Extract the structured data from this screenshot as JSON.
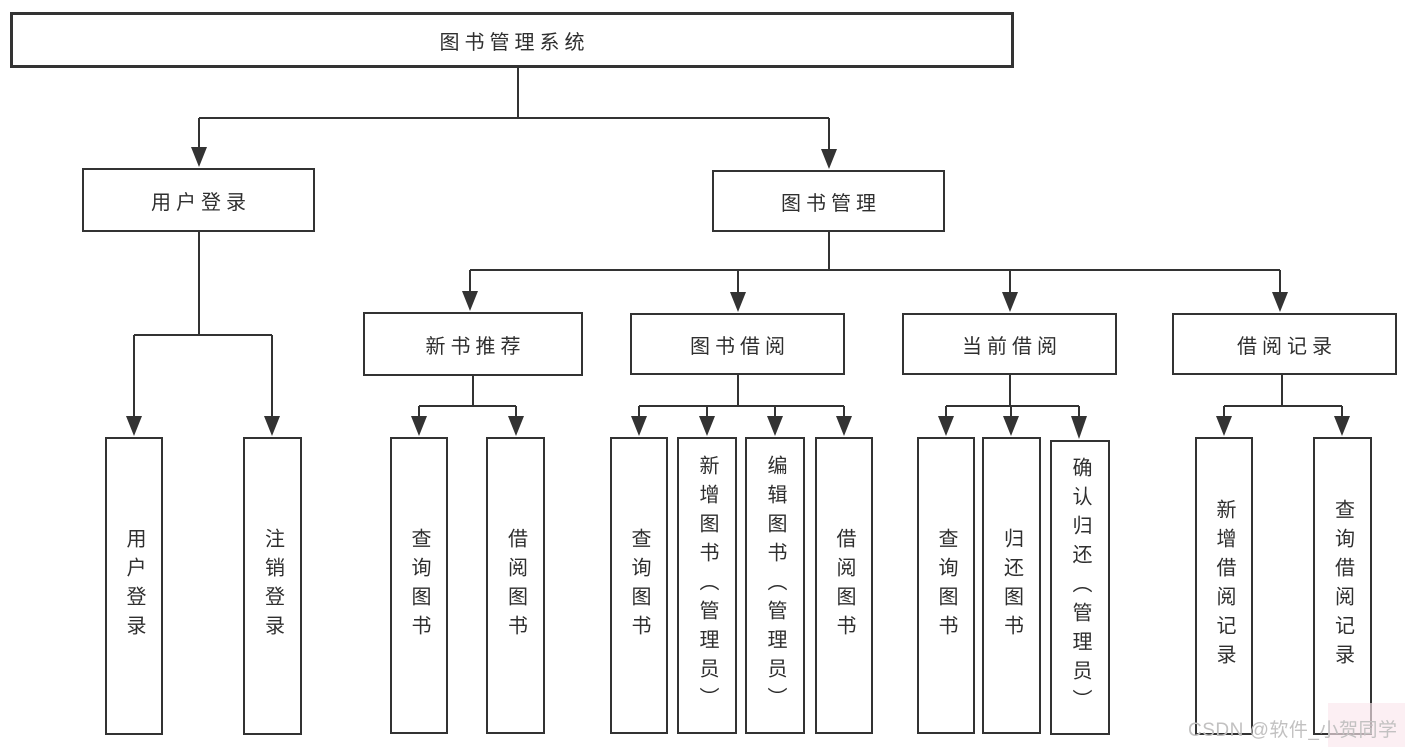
{
  "title": "图书管理系统",
  "tree": {
    "label": "图书管理系统",
    "children": [
      {
        "label": "用户登录",
        "children": [
          {
            "label": "用户登录"
          },
          {
            "label": "注销登录"
          }
        ]
      },
      {
        "label": "图书管理",
        "children": [
          {
            "label": "新书推荐",
            "children": [
              {
                "label": "查询图书"
              },
              {
                "label": "借阅图书"
              }
            ]
          },
          {
            "label": "图书借阅",
            "children": [
              {
                "label": "查询图书"
              },
              {
                "label": "新增图书（管理员）"
              },
              {
                "label": "编辑图书（管理员）"
              },
              {
                "label": "借阅图书"
              }
            ]
          },
          {
            "label": "当前借阅",
            "children": [
              {
                "label": "查询图书"
              },
              {
                "label": "归还图书"
              },
              {
                "label": "确认归还（管理员）"
              }
            ]
          },
          {
            "label": "借阅记录",
            "children": [
              {
                "label": "新增借阅记录"
              },
              {
                "label": "查询借阅记录"
              }
            ]
          }
        ]
      }
    ]
  },
  "watermark": "CSDN @软件_小贺同学",
  "colors": {
    "line": "#333333",
    "text": "#2f2f2f",
    "watermark": "#c2c1c1",
    "background": "#ffffff"
  }
}
